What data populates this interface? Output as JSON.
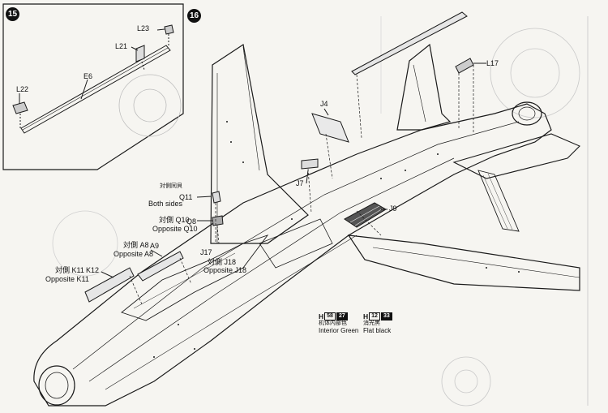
{
  "steps": {
    "s15": "15",
    "s16": "16"
  },
  "step15_parts": {
    "l23": "L23",
    "l21": "L21",
    "e6": "E6",
    "l22": "L22"
  },
  "step16_parts": {
    "j4": "J4",
    "j7": "J7",
    "j9": "J9",
    "l17": "L17",
    "q11": "Q11",
    "q8": "Q8",
    "a9": "A9",
    "k12": "K12",
    "j17": "J17"
  },
  "notes": {
    "q11_cn": "対側同貝",
    "q11_en": "Both sides",
    "q10_cn": "対側 Q10",
    "q10_en": "Opposite Q10",
    "a8_cn": "対側 A8",
    "a8_en": "Opposite A8",
    "k11_cn": "対側 K11",
    "k11_en": "Opposite K11",
    "j18_cn": "対側 J18",
    "j18_en": "Opposite J18"
  },
  "paints": [
    {
      "letter": "H",
      "code1": "58",
      "code2": "27",
      "cn": "机体内部色",
      "name": "Interior Green"
    },
    {
      "letter": "H",
      "code1": "12",
      "code2": "33",
      "cn": "消光黑",
      "name": "Flat black"
    }
  ],
  "colors": {
    "ink": "#1a1a1a",
    "paper": "#f6f5f1"
  }
}
